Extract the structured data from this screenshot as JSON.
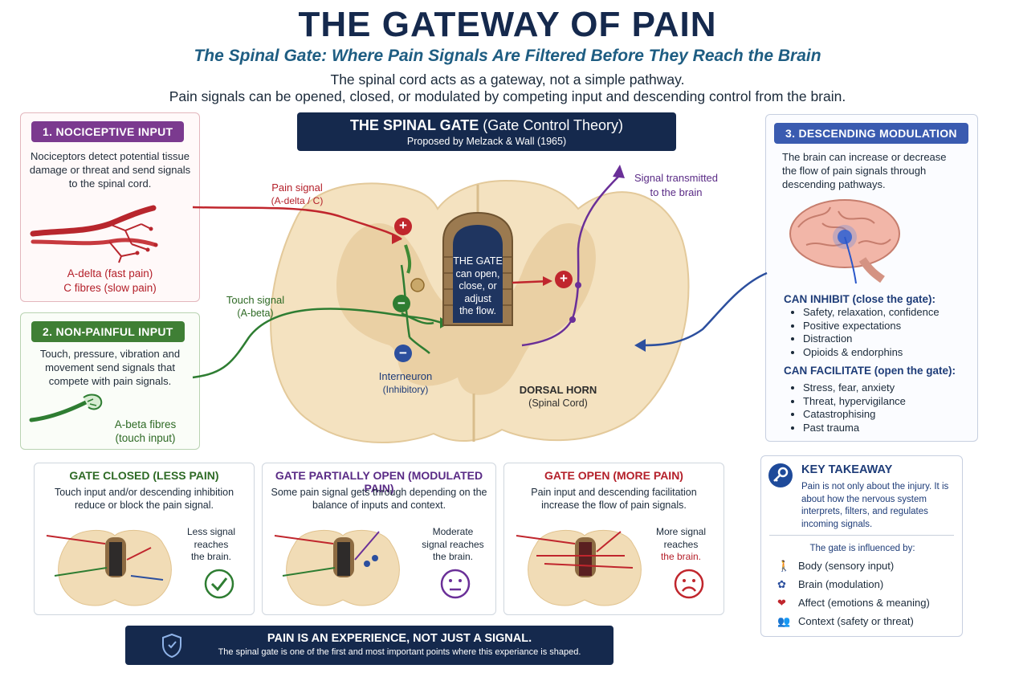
{
  "header": {
    "title": "THE GATEWAY OF PAIN",
    "subtitle": "The Spinal Gate: Where Pain Signals Are Filtered Before They Reach the Brain",
    "intro_line1": "The spinal cord acts as a gateway, not a simple pathway.",
    "intro_line2": "Pain signals can be opened, closed, or modulated by competing input and descending control from the brain."
  },
  "center_banner": {
    "title_bold": "THE SPINAL GATE",
    "title_rest": " (Gate Control Theory)",
    "credit": "Proposed by Melzack & Wall (1965)"
  },
  "nociceptive": {
    "tag": "1. NOCICEPTIVE INPUT",
    "text": "Nociceptors detect potential tissue damage or threat and send signals to the spinal cord.",
    "fibre1": "A-delta (fast pain)",
    "fibre2": "C fibres (slow pain)"
  },
  "nonpainful": {
    "tag": "2. NON-PAINFUL INPUT",
    "text": "Touch, pressure, vibration and movement send signals that compete with pain signals.",
    "fibre1": "A-beta fibres",
    "fibre2": "(touch input)"
  },
  "descending": {
    "tag": "3. DESCENDING MODULATION",
    "text": "The brain can increase or decrease the flow of pain signals through descending pathways.",
    "inhibit_title": "CAN INHIBIT (close the gate):",
    "inhibit_items": [
      "Safety, relaxation, confidence",
      "Positive expectations",
      "Distraction",
      "Opioids & endorphins"
    ],
    "facilitate_title": "CAN FACILITATE (open the gate):",
    "facilitate_items": [
      "Stress, fear, anxiety",
      "Threat, hypervigilance",
      "Catastrophising",
      "Past trauma"
    ]
  },
  "diagram": {
    "pain_signal": "Pain signal",
    "pain_signal_sub": "(A-delta / C)",
    "touch_signal": "Touch signal",
    "touch_signal_sub": "(A-beta)",
    "transmitted": "Signal transmitted",
    "transmitted_sub": "to the brain",
    "gate_lines": [
      "THE GATE",
      "can open,",
      "close, or",
      "adjust",
      "the flow."
    ],
    "interneuron": "Interneuron",
    "interneuron_sub": "(Inhibitory)",
    "dorsal_horn": "DORSAL HORN",
    "dorsal_horn_sub": "(Spinal Cord)",
    "plus": "+",
    "minus": "−"
  },
  "states": [
    {
      "title": "GATE CLOSED (LESS PAIN)",
      "desc": "Touch input and/or descending inhibition reduce or block the pain signal.",
      "note1": "Less signal",
      "note2": "reaches",
      "note3": "the brain.",
      "face": "check-icon"
    },
    {
      "title": "GATE PARTIALLY OPEN (MODULATED PAIN)",
      "desc": "Some pain signal gets through depending on the balance of inputs and context.",
      "note1": "Moderate",
      "note2": "signal reaches",
      "note3": "the brain.",
      "face": "neutral-face-icon"
    },
    {
      "title": "GATE OPEN (MORE PAIN)",
      "desc": "Pain input and descending facilitation increase the flow of pain signals.",
      "note1": "More signal",
      "note2": "reaches",
      "note3": "the brain.",
      "face": "sad-face-icon"
    }
  ],
  "takeaway": {
    "title": "KEY TAKEAWAY",
    "text": "Pain is not only about the injury. It is about how the nervous system interprets, filters, and regulates incoming signals.",
    "influenced_by": "The gate is influenced by:",
    "items": [
      {
        "icon": "person-icon",
        "label": "Body (sensory input)"
      },
      {
        "icon": "brain-icon",
        "label": "Brain (modulation)"
      },
      {
        "icon": "heart-icon",
        "label": "Affect (emotions & meaning)"
      },
      {
        "icon": "people-icon",
        "label": "Context (safety or threat)"
      }
    ]
  },
  "footer": {
    "title": "PAIN IS AN EXPERIENCE, NOT JUST A SIGNAL.",
    "text": "The spinal gate is one of the first and most important points where this experiance is shaped."
  },
  "colors": {
    "navy": "#15294d",
    "pain_red": "#c0262d",
    "touch_green": "#2e7d32",
    "descending_purple": "#6a2f98",
    "descending_blue": "#2c4f9e",
    "cord_tan": "#f1dcb6"
  }
}
